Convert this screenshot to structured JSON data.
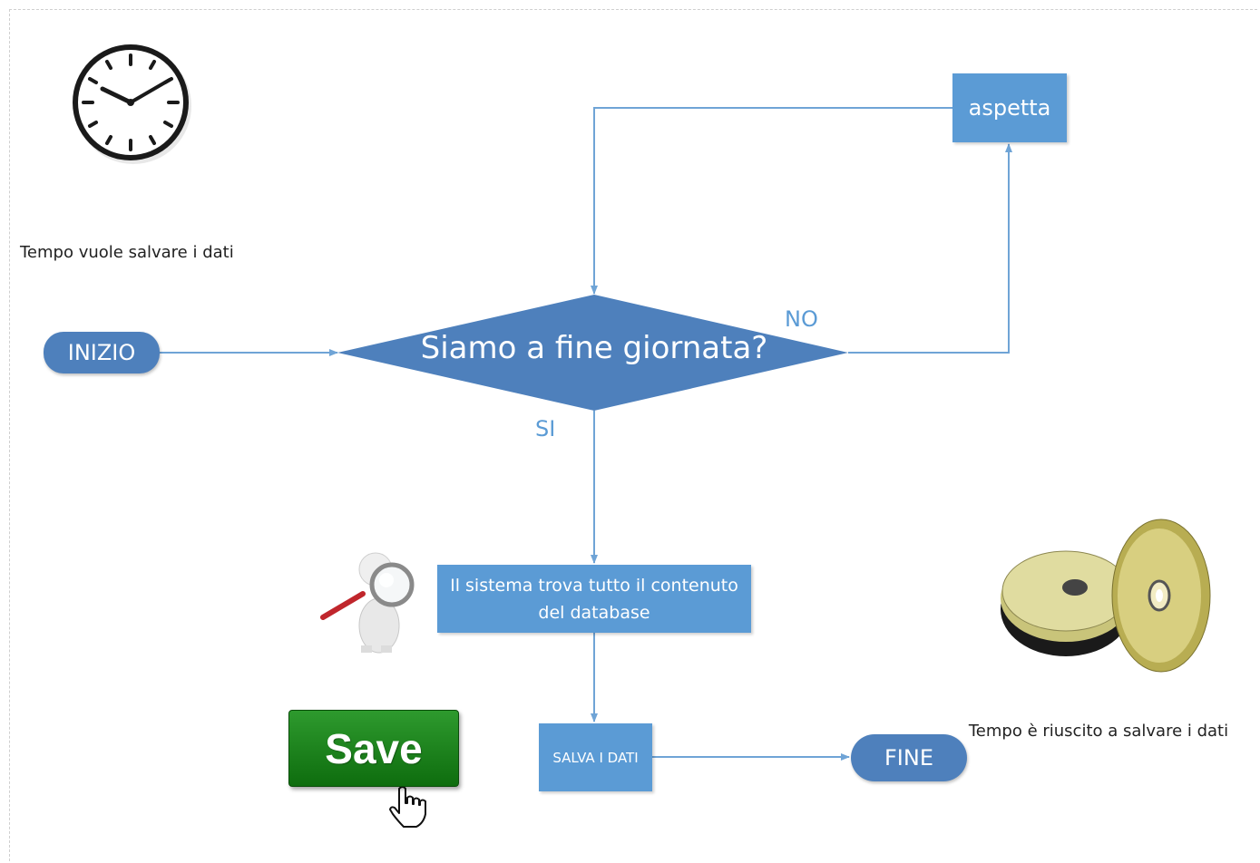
{
  "captions": {
    "start": "Tempo vuole salvare i dati",
    "end": "Tempo è riuscito a salvare i dati"
  },
  "nodes": {
    "start": "INIZIO",
    "decision": "Siamo a fine giornata?",
    "wait": "aspetta",
    "search": "Il sistema trova tutto il contenuto del database",
    "save": "SALVA I DATI",
    "end": "FINE"
  },
  "edge_labels": {
    "no": "NO",
    "yes": "SI"
  },
  "save_button": {
    "label": "Save"
  },
  "icons": {
    "clock": "clock-icon",
    "magnifier": "magnifier-figure-icon",
    "disc": "disc-stack-icon",
    "cursor": "hand-cursor-icon"
  },
  "colors": {
    "node_fill": "#5b9bd5",
    "terminal_fill": "#4e80bc",
    "edge": "#6fa4d6",
    "label": "#5b9bd5",
    "save_button": "#1f8a1f"
  }
}
